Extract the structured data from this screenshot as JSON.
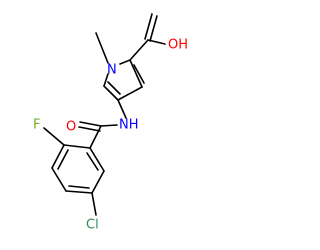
{
  "atoms": {
    "hydroxyl": "OH",
    "carbonyl_oxygen": "O",
    "ring_nitrogen": "N",
    "amide_nh": "NH",
    "fluorine": "F",
    "chlorine": "Cl"
  },
  "colors": {
    "bond": "#000000",
    "oxygen": "#ff0000",
    "nitrogen": "#0000ff",
    "fluorine": "#6fb02d",
    "chlorine": "#2e8b57",
    "background": "#ffffff"
  }
}
